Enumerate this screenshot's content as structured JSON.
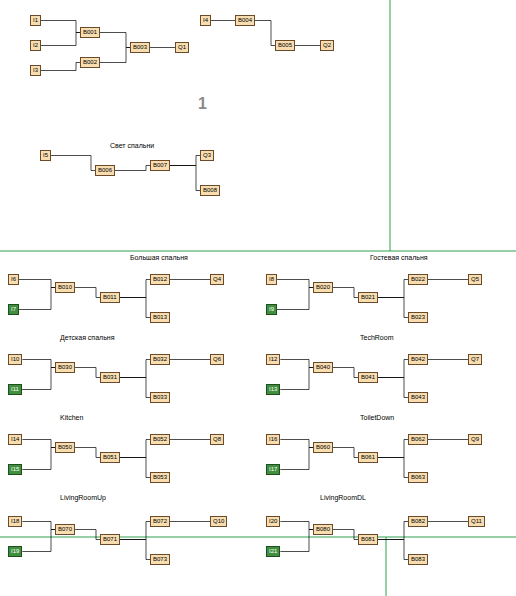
{
  "diagram": {
    "nodes": [
      {
        "text": [
          "I1"
        ]
      },
      {
        "text": [
          "I2"
        ]
      },
      {
        "text": [
          "I3"
        ]
      },
      {
        "text": [
          "B001"
        ]
      },
      {
        "text": [
          "B002"
        ]
      },
      {
        "text": [
          "B003"
        ]
      },
      {
        "text": [
          "Q1"
        ]
      },
      {
        "text": [
          "I4"
        ]
      },
      {
        "text": [
          "B004"
        ]
      },
      {
        "text": [
          "B005"
        ]
      },
      {
        "text": [
          "Q2"
        ]
      },
      {
        "text": [
          "I5"
        ]
      },
      {
        "text": [
          "B006"
        ]
      },
      {
        "text": [
          "B007"
        ]
      },
      {
        "text": [
          "Q3"
        ]
      },
      {
        "text": [
          "B008"
        ]
      },
      {
        "text": [
          "I6"
        ]
      },
      {
        "text": [
          "I7"
        ]
      },
      {
        "text": [
          "B010"
        ]
      },
      {
        "text": [
          "B011"
        ]
      },
      {
        "text": [
          "B012"
        ]
      },
      {
        "text": [
          "B013"
        ]
      },
      {
        "text": [
          "Q4"
        ]
      },
      {
        "text": [
          "I8"
        ]
      },
      {
        "text": [
          "I9"
        ]
      },
      {
        "text": [
          "B020"
        ]
      },
      {
        "text": [
          "B021"
        ]
      },
      {
        "text": [
          "B022"
        ]
      },
      {
        "text": [
          "B023"
        ]
      },
      {
        "text": [
          "Q5"
        ]
      },
      {
        "text": [
          "I10"
        ]
      },
      {
        "text": [
          "I11"
        ]
      },
      {
        "text": [
          "B030"
        ]
      },
      {
        "text": [
          "B031"
        ]
      },
      {
        "text": [
          "B032"
        ]
      },
      {
        "text": [
          "B033"
        ]
      },
      {
        "text": [
          "Q6"
        ]
      },
      {
        "text": [
          "I12"
        ]
      },
      {
        "text": [
          "I13"
        ]
      },
      {
        "text": [
          "B040"
        ]
      },
      {
        "text": [
          "B041"
        ]
      },
      {
        "text": [
          "B042"
        ]
      },
      {
        "text": [
          "B043"
        ]
      },
      {
        "text": [
          "Q7"
        ]
      },
      {
        "text": [
          "I14"
        ]
      },
      {
        "text": [
          "I15"
        ]
      },
      {
        "text": [
          "B050"
        ]
      },
      {
        "text": [
          "B051"
        ]
      },
      {
        "text": [
          "B052"
        ]
      },
      {
        "text": [
          "B053"
        ]
      },
      {
        "text": [
          "Q8"
        ]
      },
      {
        "text": [
          "I16"
        ]
      },
      {
        "text": [
          "I17"
        ]
      },
      {
        "text": [
          "B060"
        ]
      },
      {
        "text": [
          "B061"
        ]
      },
      {
        "text": [
          "B062"
        ]
      },
      {
        "text": [
          "B063"
        ]
      },
      {
        "text": [
          "Q9"
        ]
      },
      {
        "text": [
          "I18"
        ]
      },
      {
        "text": [
          "I19"
        ]
      },
      {
        "text": [
          "B070"
        ]
      },
      {
        "text": [
          "B071"
        ]
      },
      {
        "text": [
          "B072"
        ]
      },
      {
        "text": [
          "B073"
        ]
      },
      {
        "text": [
          "Q10"
        ]
      },
      {
        "text": [
          "I20"
        ]
      },
      {
        "text": [
          "I21"
        ]
      },
      {
        "text": [
          "B080"
        ]
      },
      {
        "text": [
          "B081"
        ]
      },
      {
        "text": [
          "B082"
        ]
      },
      {
        "text": [
          "B083"
        ]
      },
      {
        "text": [
          "Q11"
        ]
      }
    ],
    "edges": [
      {
        "from": 0,
        "to": 3,
        "arrow": "none"
      },
      {
        "from": 1,
        "to": 3,
        "arrow": "none"
      },
      {
        "from": 2,
        "to": 4,
        "arrow": "none"
      },
      {
        "from": 3,
        "to": 5,
        "arrow": "none"
      },
      {
        "from": 4,
        "to": 5,
        "arrow": "none"
      },
      {
        "from": 5,
        "to": 6,
        "arrow": "none"
      },
      {
        "from": 7,
        "to": 8,
        "arrow": "none"
      },
      {
        "from": 8,
        "to": 9,
        "arrow": "none"
      },
      {
        "from": 9,
        "to": 10,
        "arrow": "none"
      },
      {
        "from": 11,
        "to": 12,
        "arrow": "none"
      },
      {
        "from": 12,
        "to": 13,
        "arrow": "none"
      },
      {
        "from": 13,
        "to": 14,
        "arrow": "none"
      },
      {
        "from": 13,
        "to": 15,
        "arrow": "none"
      },
      {
        "from": 16,
        "to": 18,
        "arrow": "none"
      },
      {
        "from": 17,
        "to": 18,
        "arrow": "none"
      },
      {
        "from": 18,
        "to": 19,
        "arrow": "none"
      },
      {
        "from": 19,
        "to": 20,
        "arrow": "none"
      },
      {
        "from": 19,
        "to": 21,
        "arrow": "none"
      },
      {
        "from": 20,
        "to": 22,
        "arrow": "none"
      },
      {
        "from": 23,
        "to": 25,
        "arrow": "none"
      },
      {
        "from": 24,
        "to": 25,
        "arrow": "none"
      },
      {
        "from": 25,
        "to": 26,
        "arrow": "none"
      },
      {
        "from": 26,
        "to": 27,
        "arrow": "none"
      },
      {
        "from": 26,
        "to": 28,
        "arrow": "none"
      },
      {
        "from": 27,
        "to": 29,
        "arrow": "none"
      },
      {
        "from": 30,
        "to": 32,
        "arrow": "none"
      },
      {
        "from": 31,
        "to": 32,
        "arrow": "none"
      },
      {
        "from": 32,
        "to": 33,
        "arrow": "none"
      },
      {
        "from": 33,
        "to": 34,
        "arrow": "none"
      },
      {
        "from": 33,
        "to": 35,
        "arrow": "none"
      },
      {
        "from": 34,
        "to": 36,
        "arrow": "none"
      },
      {
        "from": 37,
        "to": 39,
        "arrow": "none"
      },
      {
        "from": 38,
        "to": 39,
        "arrow": "none"
      },
      {
        "from": 39,
        "to": 40,
        "arrow": "none"
      },
      {
        "from": 40,
        "to": 41,
        "arrow": "none"
      },
      {
        "from": 40,
        "to": 42,
        "arrow": "none"
      },
      {
        "from": 41,
        "to": 43,
        "arrow": "none"
      },
      {
        "from": 44,
        "to": 46,
        "arrow": "none"
      },
      {
        "from": 45,
        "to": 46,
        "arrow": "none"
      },
      {
        "from": 46,
        "to": 47,
        "arrow": "none"
      },
      {
        "from": 47,
        "to": 48,
        "arrow": "none"
      },
      {
        "from": 47,
        "to": 49,
        "arrow": "none"
      },
      {
        "from": 48,
        "to": 50,
        "arrow": "none"
      },
      {
        "from": 51,
        "to": 53,
        "arrow": "none"
      },
      {
        "from": 52,
        "to": 53,
        "arrow": "none"
      },
      {
        "from": 53,
        "to": 54,
        "arrow": "none"
      },
      {
        "from": 54,
        "to": 55,
        "arrow": "none"
      },
      {
        "from": 54,
        "to": 56,
        "arrow": "none"
      },
      {
        "from": 55,
        "to": 57,
        "arrow": "none"
      },
      {
        "from": 58,
        "to": 60,
        "arrow": "none"
      },
      {
        "from": 59,
        "to": 60,
        "arrow": "none"
      },
      {
        "from": 60,
        "to": 61,
        "arrow": "none"
      },
      {
        "from": 61,
        "to": 62,
        "arrow": "none"
      },
      {
        "from": 61,
        "to": 63,
        "arrow": "none"
      },
      {
        "from": 62,
        "to": 64,
        "arrow": "none"
      },
      {
        "from": 65,
        "to": 67,
        "arrow": "none"
      },
      {
        "from": 66,
        "to": 67,
        "arrow": "none"
      },
      {
        "from": 67,
        "to": 68,
        "arrow": "none"
      },
      {
        "from": 68,
        "to": 69,
        "arrow": "none"
      },
      {
        "from": 68,
        "to": 70,
        "arrow": "none"
      },
      {
        "from": 69,
        "to": 71,
        "arrow": "none"
      }
    ],
    "labels": [
      "1",
      "Свет спальни",
      "Большая спальня",
      "Гостевая спальня",
      "Детская спальня",
      "TechRoom",
      "Kitchen",
      "ToiletDown",
      "LivingRoomUp",
      "LivingRoomDL"
    ]
  }
}
